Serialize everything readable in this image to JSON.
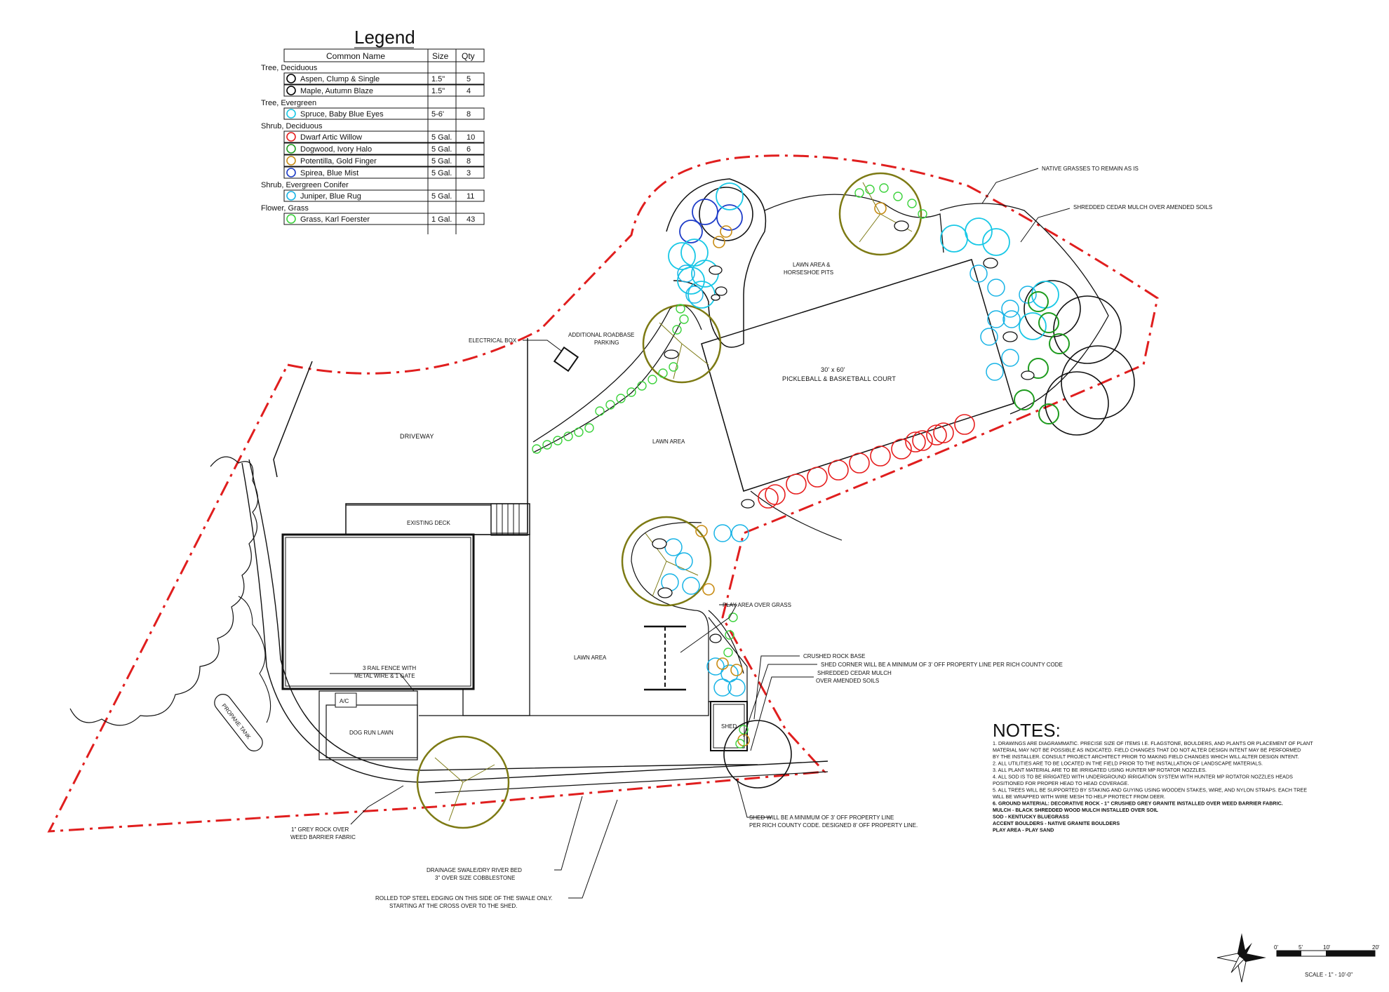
{
  "legend": {
    "title": "Legend",
    "headers": {
      "name": "Common Name",
      "size": "Size",
      "qty": "Qty"
    },
    "groups": [
      {
        "category": "Tree, Deciduous",
        "rows": [
          {
            "name": "Aspen, Clump & Single",
            "size": "1.5\"",
            "qty": "5",
            "color": "#000000",
            "icon": "aspen-icon"
          },
          {
            "name": "Maple, Autumn Blaze",
            "size": "1.5\"",
            "qty": "4",
            "color": "#000000",
            "icon": "maple-icon"
          }
        ]
      },
      {
        "category": "Tree, Evergreen",
        "rows": [
          {
            "name": "Spruce, Baby Blue Eyes",
            "size": "5-6'",
            "qty": "8",
            "color": "#19c8e6",
            "icon": "spruce-icon"
          }
        ]
      },
      {
        "category": "Shrub, Deciduous",
        "rows": [
          {
            "name": "Dwarf Artic Willow",
            "size": "5 Gal.",
            "qty": "10",
            "color": "#e61e1e",
            "icon": "willow-icon"
          },
          {
            "name": "Dogwood, Ivory Halo",
            "size": "5 Gal.",
            "qty": "6",
            "color": "#1e9b1e",
            "icon": "dogwood-icon"
          },
          {
            "name": "Potentilla, Gold Finger",
            "size": "5 Gal.",
            "qty": "8",
            "color": "#c88c14",
            "icon": "potentilla-icon"
          },
          {
            "name": "Spirea, Blue Mist",
            "size": "5 Gal.",
            "qty": "3",
            "color": "#1e3cc8",
            "icon": "spirea-icon"
          }
        ]
      },
      {
        "category": "Shrub, Evergreen Conifer",
        "rows": [
          {
            "name": "Juniper, Blue Rug",
            "size": "5 Gal.",
            "qty": "11",
            "color": "#19b4e6",
            "icon": "juniper-icon"
          }
        ]
      },
      {
        "category": "Flower, Grass",
        "rows": [
          {
            "name": "Grass, Karl Foerster",
            "size": "1 Gal.",
            "qty": "43",
            "color": "#3cd23c",
            "icon": "grass-icon"
          }
        ]
      }
    ]
  },
  "labels": {
    "electrical_box": "ELECTRICAL BOX",
    "roadbase_1": "ADDITIONAL ROADBASE",
    "roadbase_2": "PARKING",
    "lawn_horseshoe_1": "LAWN AREA &",
    "lawn_horseshoe_2": "HORSESHOE PITS",
    "court_1": "30' x 60'",
    "court_2": "PICKLEBALL & BASKETBALL COURT",
    "native_grasses": "NATIVE GRASSES TO REMAIN AS IS",
    "shredded_mulch": "SHREDDED CEDAR MULCH OVER AMENDED SOILS",
    "driveway": "DRIVEWAY",
    "lawn_area_1": "LAWN AREA",
    "existing_deck": "EXISTING DECK",
    "lawn_area_2": "LAWN AREA",
    "play_area": "PLAY AREA OVER GRASS",
    "crushed_rock": "CRUSHED ROCK BASE",
    "shed_corner": "SHED CORNER WILL BE A MINIMUM OF 3' OFF PROPERTY LINE PER RICH COUNTY CODE",
    "mulch_1": "SHREDDED CEDAR MULCH",
    "mulch_2": "OVER AMENDED SOILS",
    "shed": "SHED",
    "fence_1": "3 RAIL FENCE WITH",
    "fence_2": "METAL WIRE & 1 GATE",
    "ac": "A/C",
    "dog_run": "DOG RUN LAWN",
    "propane": "PROPANE TANK",
    "grey_rock_1": "1\" GREY ROCK OVER",
    "grey_rock_2": "WEED BARRIER FABRIC",
    "shed_min_1": "SHED WILL BE A MINIMUM OF 3' OFF PROPERTY LINE",
    "shed_min_2": "PER RICH COUNTY CODE. DESIGNED 8' OFF PROPERTY LINE.",
    "swale_1": "DRAINAGE SWALE/DRY RIVER BED",
    "swale_2": "3\" OVER SIZE COBBLESTONE",
    "edging_1": "ROLLED TOP STEEL EDGING ON THIS SIDE OF THE SWALE ONLY.",
    "edging_2": "STARTING AT THE CROSS OVER TO THE SHED."
  },
  "notes": {
    "title": "NOTES:",
    "lines": [
      "1. DRAWINGS ARE DIAGRAMMATIC. PRECISE SIZE OF ITEMS I.E. FLAGSTONE, BOULDERS, AND PLANTS OR PLACEMENT OF PLANT",
      "MATERIAL MAY NOT BE POSSIBLE AS INDICATED. FIELD CHANGES THAT DO NOT ALTER DESIGN INTENT MAY BE PERFORMED",
      "BY THE INSTALLER. CONSULT PROJECT ARCHITECT PRIOR TO MAKING FIELD CHANGES WHICH WILL ALTER DESIGN INTENT.",
      "2. ALL UTILITIES ARE TO BE LOCATED IN THE FIELD PRIOR TO THE INSTALLATION OF LANDSCAPE MATERIALS.",
      "3. ALL PLANT MATERIAL ARE TO BE IRRIGATED USING HUNTER MP ROTATOR NOZZLES.",
      "4. ALL SOD IS TO BE IRRIGATED WITH UNDERGROUND IRRIGATION SYSTEM WITH HUNTER MP ROTATOR NOZZLES HEADS",
      "POSITIONED FOR PROPER HEAD TO HEAD COVERAGE.",
      "5. ALL TREES WILL BE SUPPORTED BY STAKING AND GUYING USING WOODEN STAKES, WIRE, AND NYLON STRAPS. EACH TREE",
      "WILL BE WRAPPED WITH WIRE MESH TO HELP PROTECT FROM DEER.",
      "6. GROUND MATERIAL: DECORATIVE ROCK - 1\" CRUSHED GREY GRANITE INSTALLED OVER WEED BARRIER FABRIC.",
      "MULCH - BLACK SHREDDED WOOD MULCH INSTALLED OVER SOIL",
      "SOD - KENTUCKY BLUEGRASS",
      "ACCENT BOULDERS - NATIVE GRANITE BOULDERS",
      "PLAY AREA - PLAY SAND"
    ]
  },
  "scale": {
    "ticks": [
      "0'",
      "5'",
      "10'",
      "20'"
    ],
    "label": "SCALE - 1\" - 10'-0\""
  }
}
